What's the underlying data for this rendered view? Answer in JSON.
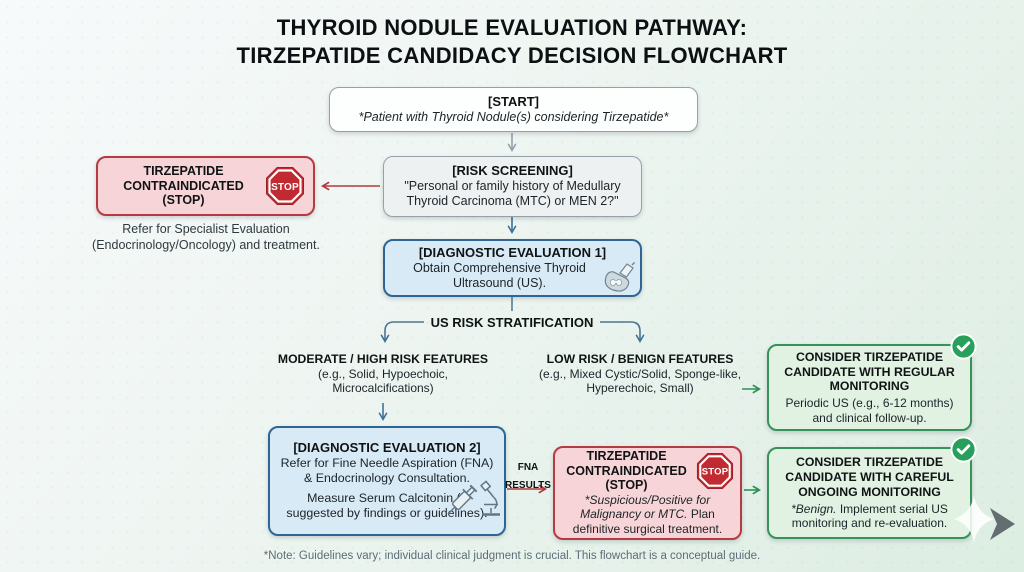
{
  "title": {
    "line1": "THYROID NODULE EVALUATION PATHWAY:",
    "line2": "TIRZEPATIDE CANDIDACY DECISION FLOWCHART"
  },
  "nodes": {
    "start": {
      "heading": "[START]",
      "body": "*Patient with Thyroid Nodule(s) considering Tirzepatide*"
    },
    "risk_screening": {
      "heading": "[RISK SCREENING]",
      "body": "\"Personal or family history of Medullary Thyroid Carcinoma (MTC) or MEN 2?\""
    },
    "contraindicated_screen": {
      "heading": "TIRZEPATIDE CONTRAINDICATED (STOP)",
      "stop_sign_label": "STOP",
      "note": "Refer for Specialist Evaluation (Endocrinology/Oncology) and treatment."
    },
    "diagnostic_1": {
      "heading": "[DIAGNOSTIC EVALUATION 1]",
      "body": "Obtain Comprehensive Thyroid Ultrasound (US)."
    },
    "stratification_label": "US RISK STRATIFICATION",
    "branch_moderate_high": {
      "heading": "MODERATE / HIGH RISK FEATURES",
      "body": "(e.g., Solid, Hypoechoic, Microcalcifications)"
    },
    "branch_low_benign": {
      "heading": "LOW RISK / BENIGN FEATURES",
      "body": "(e.g., Mixed Cystic/Solid, Sponge-like, Hyperechoic, Small)"
    },
    "candidate_regular": {
      "heading": "CONSIDER TIRZEPATIDE CANDIDATE WITH REGULAR MONITORING",
      "body": "Periodic US (e.g., 6-12 months) and clinical follow-up."
    },
    "diagnostic_2": {
      "heading": "[DIAGNOSTIC EVALUATION 2]",
      "body_primary": "Refer for Fine Needle Aspiration (FNA) & Endocrinology Consultation.",
      "body_secondary": "Measure Serum Calcitonin (if suggested by findings or guidelines)."
    },
    "fna_results_label": "FNA RESULTS",
    "contraindicated_fna": {
      "heading": "TIRZEPATIDE CONTRAINDICATED (STOP)",
      "stop_sign_label": "STOP",
      "body_emphasis": "*Suspicious/Positive for Malignancy or MTC.",
      "body_rest": " Plan definitive surgical treatment."
    },
    "candidate_careful": {
      "heading": "CONSIDER TIRZEPATIDE CANDIDATE WITH CAREFUL ONGOING MONITORING",
      "body_emphasis": "*Benign.",
      "body_rest": " Implement serial US monitoring and re-evaluation."
    }
  },
  "footer": {
    "note": "*Note: Guidelines vary; individual clinical judgment is crucial. This flowchart is a conceptual guide."
  },
  "icons": {
    "stop_sign": "stop-sign-icon",
    "checkmark": "check-badge-icon",
    "ultrasound": "ultrasound-probe-icon",
    "fna_tools": "syringe-microscope-icon",
    "sparkle": "sparkle-icon",
    "next": "next-arrow-icon",
    "check_glyph": "✓"
  },
  "colors": {
    "contraindicated_red_border": "#b53a42",
    "contraindicated_red_fill": "#f7d4d7",
    "candidate_green_border": "#37915a",
    "candidate_green_fill": "#e1f1e2",
    "diagnostic_blue_border": "#2e6595",
    "diagnostic_blue_fill": "#d9eaf7",
    "stop_sign_red": "#c12a30",
    "badge_green": "#28a05c"
  }
}
